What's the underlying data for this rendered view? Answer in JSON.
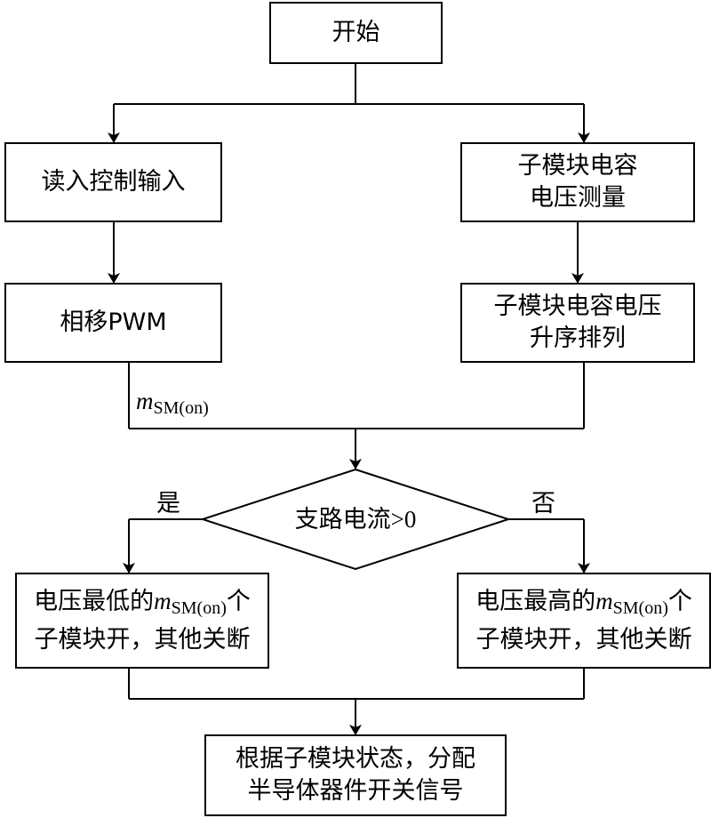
{
  "nodes": {
    "start": "开始",
    "read_input": "读入控制输入",
    "measure_line1": "子模块电容",
    "measure_line2": "电压测量",
    "pwm": "相移PWM",
    "sort_line1": "子模块电容电压",
    "sort_line2": "升序排列",
    "decision_text": "支路电流",
    "decision_op": ">0",
    "low_prefix": "电压最低的",
    "low_suffix": "个",
    "low_line2": "子模块开，其他关断",
    "high_prefix": "电压最高的",
    "high_suffix": "个",
    "high_line2": "子模块开，其他关断",
    "final_line1": "根据子模块状态，分配",
    "final_line2": "半导体器件开关信号"
  },
  "variable": {
    "symbol": "m",
    "subscript": "SM(on)"
  },
  "labels": {
    "yes": "是",
    "no": "否"
  }
}
